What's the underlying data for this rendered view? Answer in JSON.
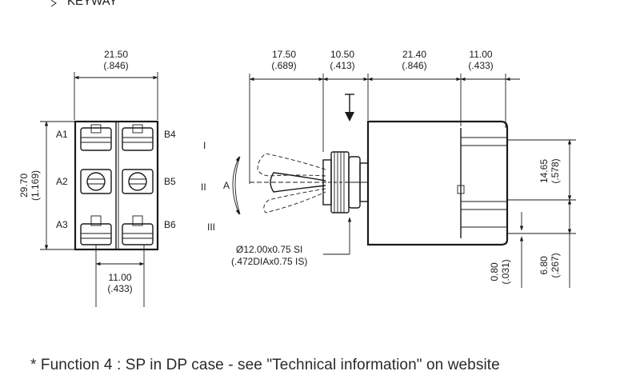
{
  "header_fragment": "KEYWAY",
  "front_view": {
    "width_mm": "21.50",
    "width_in": "(.846)",
    "height_mm": "29.70",
    "height_in": "(1.169)",
    "pitch_mm": "11.00",
    "pitch_in": "(.433)",
    "terminals_left": [
      "A1",
      "A2",
      "A3"
    ],
    "terminals_right": [
      "B4",
      "B5",
      "B6"
    ]
  },
  "side_view": {
    "dims_top": [
      {
        "mm": "17.50",
        "in": "(.689)"
      },
      {
        "mm": "10.50",
        "in": "(.413)"
      },
      {
        "mm": "21.40",
        "in": "(.846)"
      },
      {
        "mm": "11.00",
        "in": "(.433)"
      }
    ],
    "positions": [
      "I",
      "II",
      "III"
    ],
    "angle_label": "A",
    "thread_mm": "Ø12.00x0.75 SI",
    "thread_in": "(.472DIAx0.75 IS)",
    "dim_right_1_mm": "14.65",
    "dim_right_1_in": "(.578)",
    "dim_right_2_mm": "6.80",
    "dim_right_2_in": "(.267)",
    "dim_right_3_mm": "0.80",
    "dim_right_3_in": "(.031)"
  },
  "footnote": "* Function 4 : SP in DP case - see \"Technical information\" on website"
}
